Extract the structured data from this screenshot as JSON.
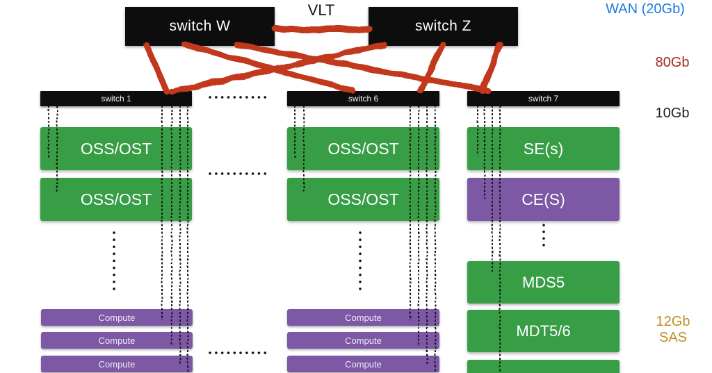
{
  "vlt_label": "VLT",
  "top_switches": [
    {
      "label": "switch W"
    },
    {
      "label": "switch Z"
    }
  ],
  "legend": {
    "wan_label": "WAN (20Gb)",
    "core_link_label": "80Gb",
    "edge_link_label": "10Gb",
    "sas_label_line1": "12Gb",
    "sas_label_line2": "SAS"
  },
  "columns": [
    {
      "switch_label": "switch 1",
      "nodes": [
        {
          "label": "OSS/OST"
        },
        {
          "label": "OSS/OST"
        }
      ],
      "compute": [
        "Compute",
        "Compute",
        "Compute"
      ]
    },
    {
      "switch_label": "switch 6",
      "nodes": [
        {
          "label": "OSS/OST"
        },
        {
          "label": "OSS/OST"
        }
      ],
      "compute": [
        "Compute",
        "Compute",
        "Compute"
      ]
    },
    {
      "switch_label": "switch 7",
      "nodes": [
        {
          "label": "SE(s)"
        },
        {
          "label": "CE(S)"
        },
        {
          "label": "MDS5"
        },
        {
          "label": "MDT5/6"
        },
        {
          "label": ""
        }
      ]
    }
  ],
  "colors": {
    "node_green": "#379e46",
    "node_purple": "#7c58a5",
    "switch_black": "#0d0d0d",
    "link_red": "#c2371b",
    "link_black": "#151515",
    "link_blue": "#1e78d2",
    "link_gold": "#d3a02a",
    "dots_black": "#111111",
    "label_red": "#a6281b",
    "label_blue": "#1c79d9",
    "label_gold": "#be9025"
  }
}
